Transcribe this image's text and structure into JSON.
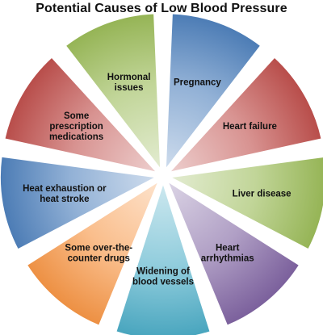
{
  "title": "Potential Causes of Low Blood Pressure",
  "segments": [
    {
      "lines": [
        "Pregnancy"
      ],
      "color": "#4f81bd"
    },
    {
      "lines": [
        "Heart failure"
      ],
      "color": "#c0504d"
    },
    {
      "lines": [
        "Liver disease"
      ],
      "color": "#9bbb59"
    },
    {
      "lines": [
        "Heart",
        "arrhythmias"
      ],
      "color": "#8064a2"
    },
    {
      "lines": [
        "Widening of",
        "blood vessels"
      ],
      "color": "#4bacc6"
    },
    {
      "lines": [
        "Some over-the-",
        "counter drugs"
      ],
      "color": "#f79646"
    },
    {
      "lines": [
        "Heat exhaustion or",
        "heat stroke"
      ],
      "color": "#4f81bd"
    },
    {
      "lines": [
        "Some",
        "prescription",
        "medications"
      ],
      "color": "#c0504d"
    },
    {
      "lines": [
        "Hormonal",
        "issues"
      ],
      "color": "#9bbb59"
    }
  ]
}
